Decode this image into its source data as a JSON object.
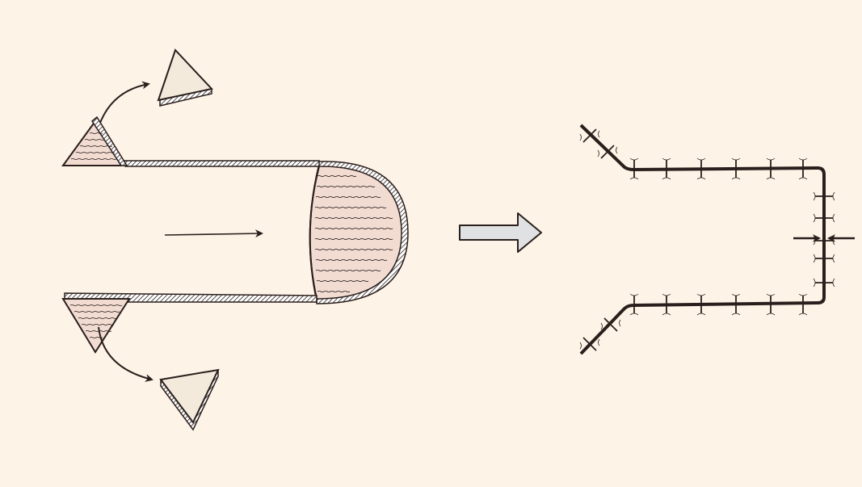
{
  "colors": {
    "background": "#fdf3e7",
    "ink": "#2a1f1c",
    "tissue_fill": "#f2dcd2",
    "wedge_fill": "#f3eadc",
    "arrow_fill": "#dfe1e3",
    "wall_fill": "#ffffff"
  },
  "icons": {
    "before": "tubular-structure-with-wedge-excision",
    "transition": "block-right-arrow",
    "after": "sutured-closure-with-shortened-end"
  }
}
